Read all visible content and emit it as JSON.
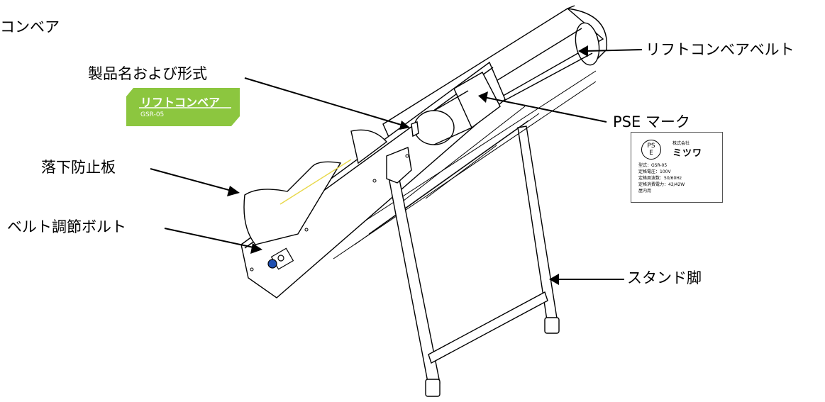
{
  "callouts": {
    "conveyor_corner": "コンベア",
    "product_name": "製品名および形式",
    "belt": "リフトコンベアベルト",
    "pse": "PSE マーク",
    "fall_guard": "落下防止板",
    "belt_adjust": "ベルト調節ボルト",
    "stand": "スタンド脚"
  },
  "product_badge": {
    "name": "リフトコンベア",
    "model": "GSR-05",
    "color": "#8cc63f"
  },
  "rating_label": {
    "pse_top": "PS",
    "pse_bottom": "E",
    "company": "株式会社",
    "brand": "ミツワ",
    "lines": [
      "型式：GSR-05",
      "定格電圧：100V",
      "定格周波数：50/60Hz",
      "定格消費電力：42/42W",
      "屋内用"
    ]
  },
  "colors": {
    "line": "#000000",
    "belt_accent": "#e8d84a",
    "roller_blue": "#1f4fb0"
  }
}
